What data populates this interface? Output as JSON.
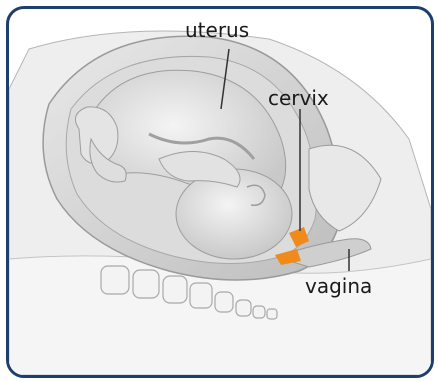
{
  "labels": {
    "uterus": "uterus",
    "cervix": "cervix",
    "vagina": "vagina"
  },
  "colors": {
    "border": "#1d3f6e",
    "cervix_highlight": "#f08a1c",
    "tissue": "#d9d9d9",
    "fetus": "#e6e6e6",
    "outline": "#8c8c8c"
  }
}
